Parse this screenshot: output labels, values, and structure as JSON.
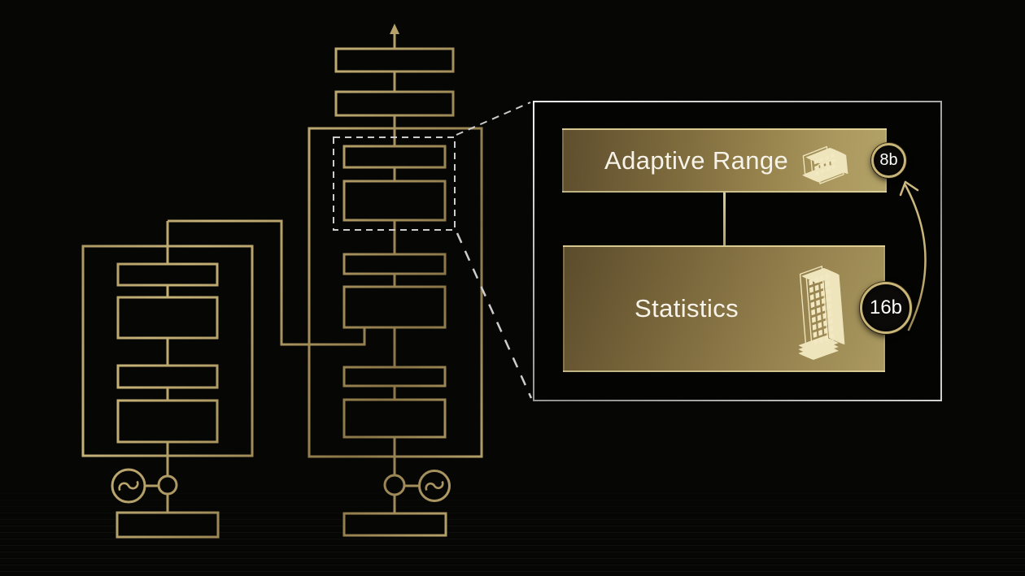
{
  "panel": {
    "boxes": [
      {
        "label": "Adaptive Range",
        "badge": "8b",
        "icon": "building-3d-small"
      },
      {
        "label": "Statistics",
        "badge": "16b",
        "icon": "building-3d-tall"
      }
    ]
  },
  "icons": {
    "source_symbol": "sine-wave-circle-icon",
    "output_arrow": "up-arrow-icon",
    "feedback_arrow": "curved-arrow-16b-to-8b"
  },
  "colors": {
    "background": "#060605",
    "gold_wire": "#a8915a",
    "gold_bright": "#d3c08a",
    "panel_border": "#d9d9d9",
    "box_gold_dark": "#5e4e2d",
    "box_gold_light": "#b3a267",
    "badge_bg": "#0b0a08",
    "badge_ring": "#c9b578",
    "label_text": "#f7f3e8",
    "dashed_line": "#cccccc"
  }
}
